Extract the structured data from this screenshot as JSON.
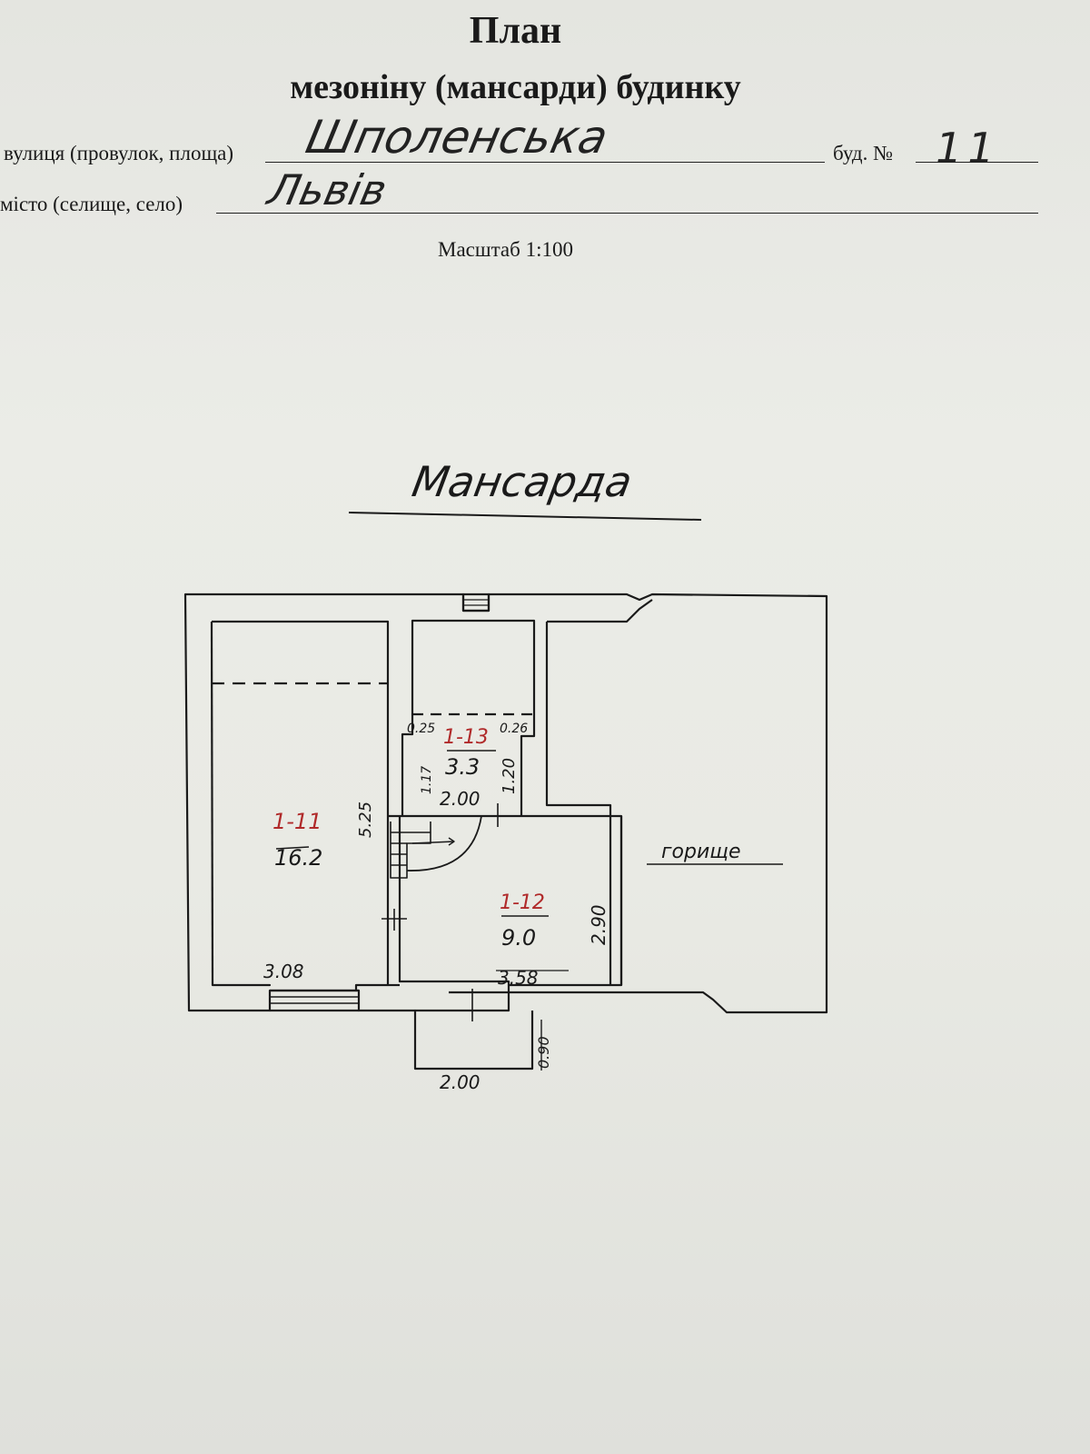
{
  "header": {
    "title": "План",
    "subtitle": "мезоніну (мансарди) будинку"
  },
  "fields": {
    "street_label": "вулиця (провулок, площа)",
    "street_value": "Шполенська",
    "house_label": "буд. №",
    "house_value": "11",
    "city_label": "місто (селище, село)",
    "city_value": "Львів"
  },
  "scale": "Масштаб 1:100",
  "plan": {
    "title": "Мансарда",
    "rooms": [
      {
        "id": "1-11",
        "area": "16.2"
      },
      {
        "id": "1-12",
        "area": "9.0"
      },
      {
        "id": "1-13",
        "area": "3.3"
      }
    ],
    "attic_label": "горище",
    "dims": {
      "d_308": "3.08",
      "d_358": "3.58",
      "d_290": "2.90",
      "d_525": "5.25",
      "d_200_closet": "2.00",
      "d_120": "1.20",
      "d_117": "1.17",
      "d_025": "0.25",
      "d_026": "0.26",
      "d_200_porch": "2.00",
      "d_090": "0.90"
    }
  },
  "colors": {
    "paper": "#e7e8e3",
    "ink": "#1a1a1a",
    "red_ink": "#b02a2a"
  }
}
